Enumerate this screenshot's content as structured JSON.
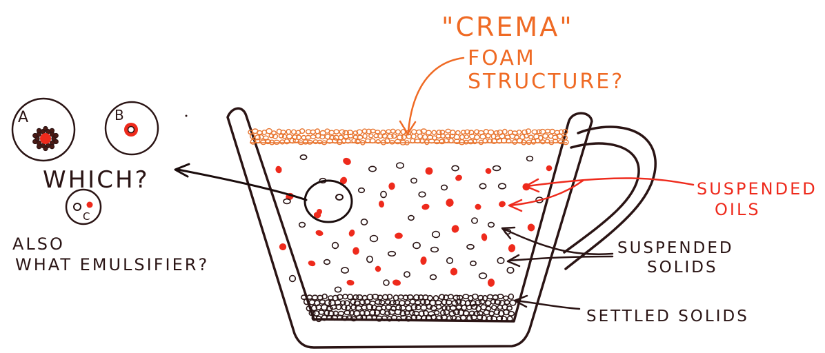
{
  "labels": {
    "crema_line1": "\"CREMA\"",
    "crema_line2": "FOAM",
    "crema_line3": "STRUCTURE?",
    "oils_line1": "SUSPENDED",
    "oils_line2": "OILS",
    "solids_line1": "SUSPENDED",
    "solids_line2": "SOLIDS",
    "settled": "SETTLED SOLIDS",
    "which": "WHICH?",
    "also_line1": "ALSO",
    "also_line2": "WHAT EMULSIFIER?",
    "option_a": "A",
    "option_b": "B",
    "option_c": "C"
  },
  "colors": {
    "ink": "#2a1414",
    "orange": "#ef6a24",
    "red": "#ee2a1c",
    "foam": "#e8742e"
  }
}
